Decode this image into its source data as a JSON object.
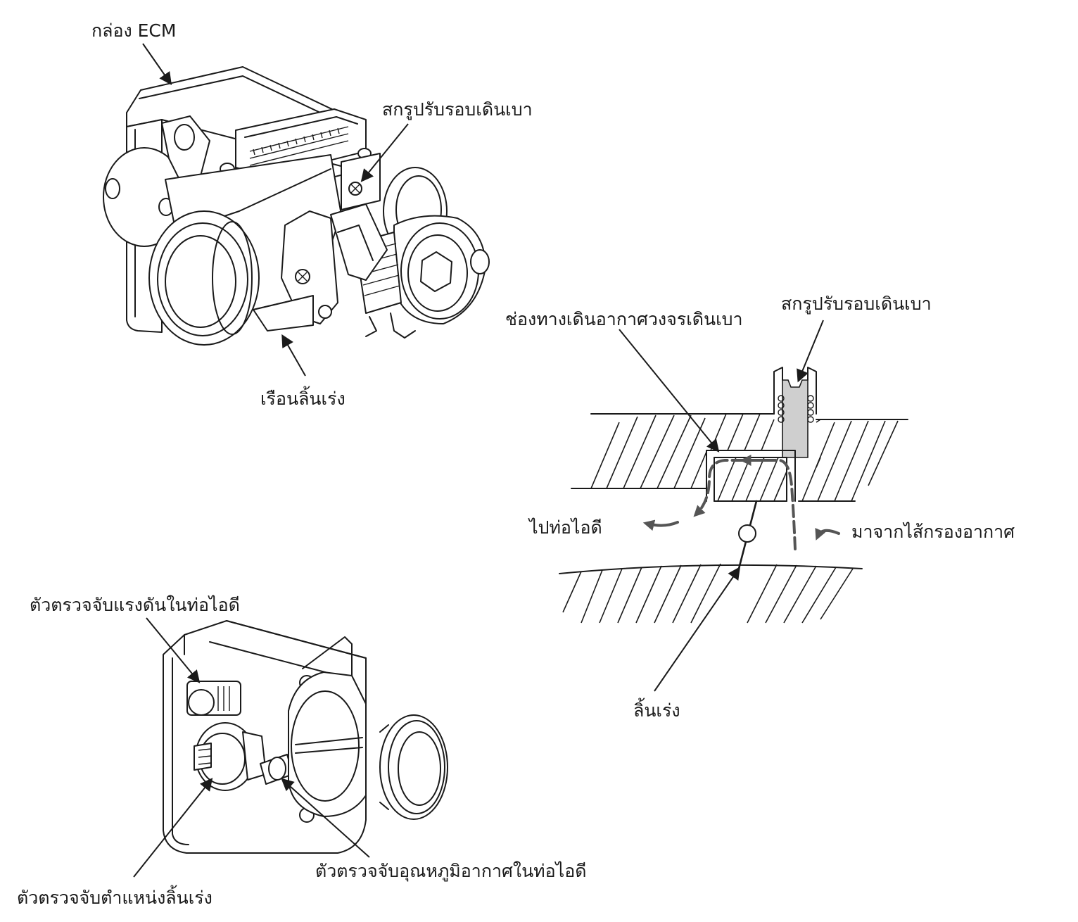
{
  "figure": {
    "throttle_body_top": {
      "labels": {
        "ecm_box": "กล่อง ECM",
        "idle_screw": "สกรูปรับรอบเดินเบา",
        "throttle_body": "เรือนลิ้นเร่ง"
      }
    },
    "idle_air_section": {
      "labels": {
        "idle_screw": "สกรูปรับรอบเดินเบา",
        "bypass_passage": "ช่องทางเดินอากาศวงจรเดินเบา",
        "to_intake": "ไปท่อไอดี",
        "from_air_filter": "มาจากไส้กรองอากาศ",
        "throttle_valve": "ลิ้นเร่ง"
      }
    },
    "sensors_view": {
      "labels": {
        "map_sensor": "ตัวตรวจจับแรงดันในท่อไอดี",
        "iat_sensor": "ตัวตรวจจับอุณหภูมิอากาศในท่อไอดี",
        "tps_sensor": "ตัวตรวจจับตำแหน่งลิ้นเร่ง"
      }
    },
    "colors": {
      "line": "#1a1a1a",
      "screw_shading": "#cfcfcf",
      "flow_arrow": "#555555"
    }
  }
}
